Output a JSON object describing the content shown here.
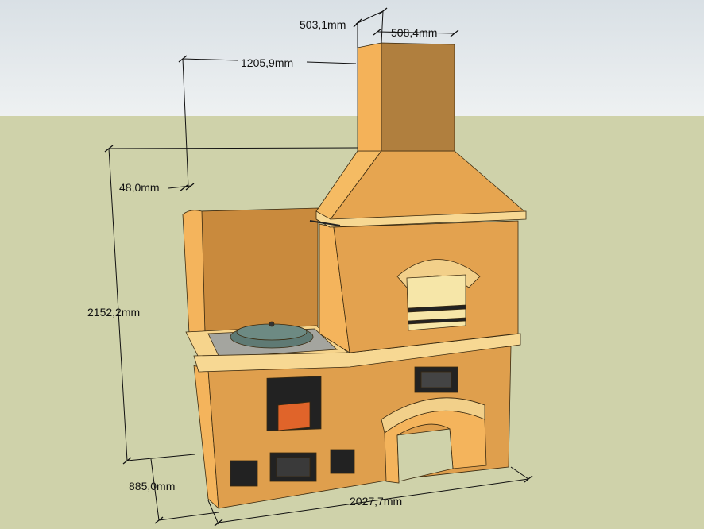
{
  "dimensions": {
    "chimney_depth": "503,1mm",
    "chimney_width": "508,4mm",
    "counter_depth": "1205,9mm",
    "wall_thickness": "48,0mm",
    "total_height": "2152,2mm",
    "base_depth": "885,0mm",
    "total_length": "2027,7mm"
  },
  "colors": {
    "sky": "#e4e9ec",
    "ground": "#cfd2aa",
    "brick_light": "#f4b45c",
    "brick_mid": "#e3a24f",
    "brick_dark": "#b07f3e",
    "trim": "#f7d893",
    "firebox_glass": "#e0642a"
  }
}
